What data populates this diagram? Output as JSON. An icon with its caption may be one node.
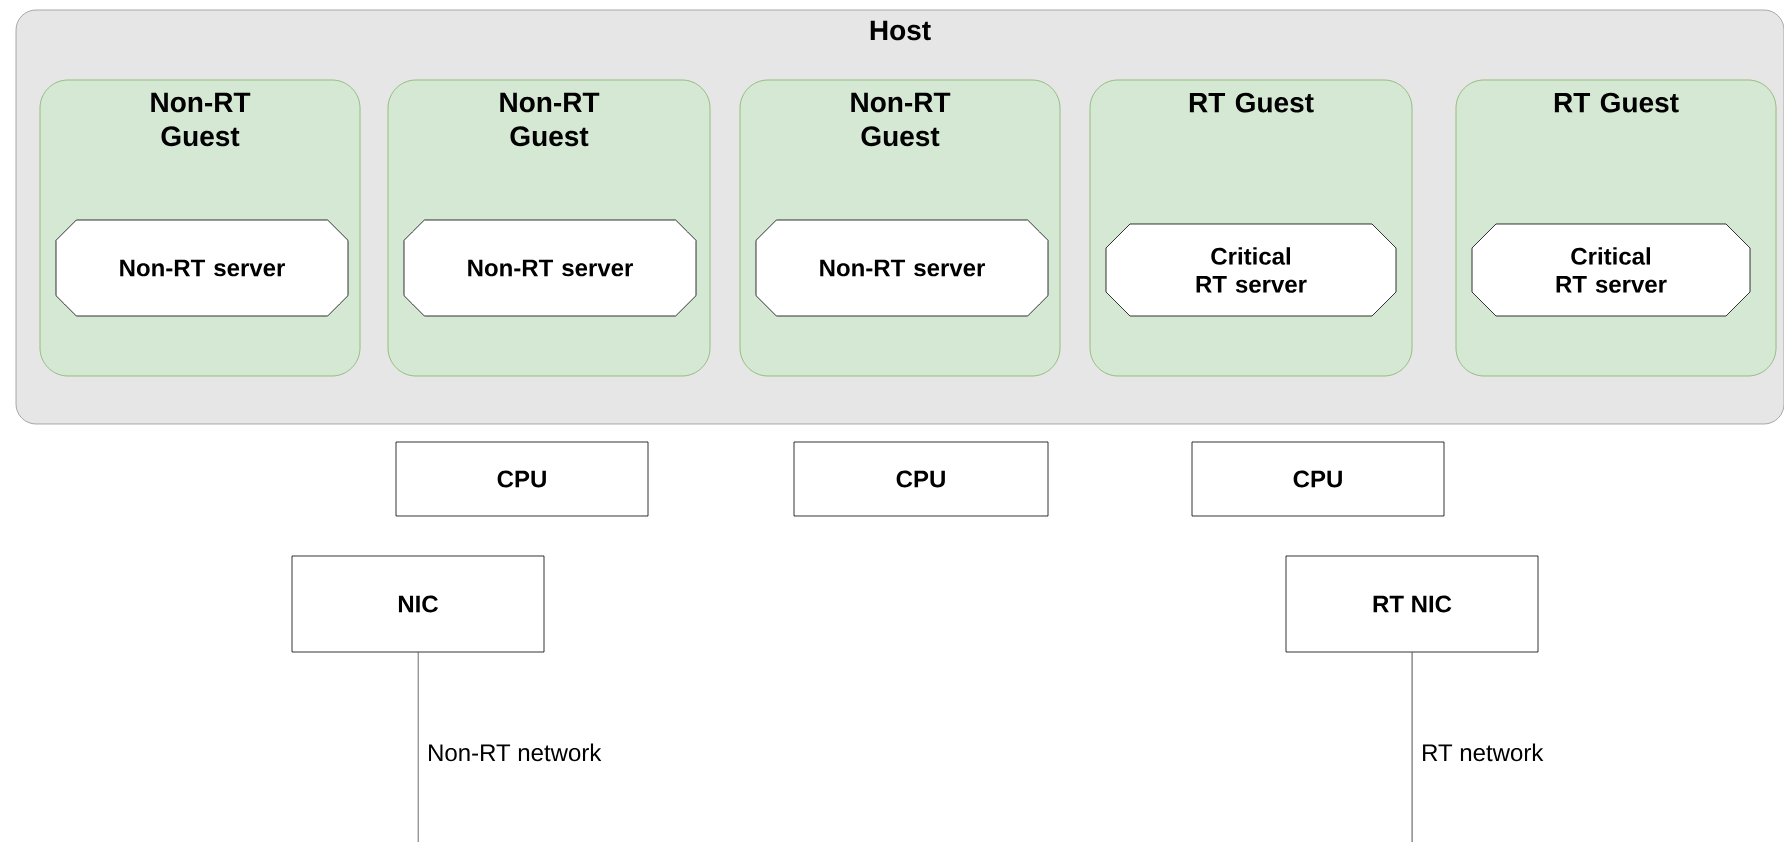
{
  "diagram": {
    "nodes": [
      {
        "text": [
          "Host"
        ]
      },
      {
        "text": [
          "Non-RT Guest"
        ],
        "in": 0
      },
      {
        "text": [
          "Non-RT server"
        ],
        "in": 1
      },
      {
        "text": [
          "Non-RT Guest"
        ],
        "in": 0
      },
      {
        "text": [
          "Non-RT server"
        ],
        "in": 3
      },
      {
        "text": [
          "Non-RT Guest"
        ],
        "in": 0
      },
      {
        "text": [
          "Non-RT server"
        ],
        "in": 5
      },
      {
        "text": [
          "RT Guest"
        ],
        "in": 0
      },
      {
        "text": [
          "Critical RT server"
        ],
        "in": 7
      },
      {
        "text": [
          "RT Guest"
        ],
        "in": 0
      },
      {
        "text": [
          "Critical RT server"
        ],
        "in": 9
      },
      {
        "text": [
          "CPU"
        ]
      },
      {
        "text": [
          "CPU"
        ]
      },
      {
        "text": [
          "CPU"
        ]
      },
      {
        "text": [
          "NIC"
        ]
      },
      {
        "text": [
          "RT NIC"
        ]
      }
    ],
    "edges": [
      {
        "from": 14,
        "to": null,
        "arrow": "none",
        "label": "Non-RT network"
      },
      {
        "from": 15,
        "to": null,
        "arrow": "none",
        "label": "RT network"
      }
    ]
  }
}
